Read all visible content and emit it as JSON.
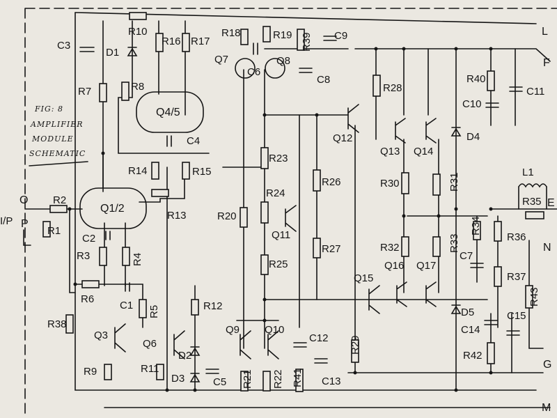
{
  "caption": [
    "FIG: 8",
    "AMPLIFIER",
    "MODULE",
    "SCHEMATIC"
  ],
  "resistors": [
    "R1",
    "R2",
    "R3",
    "R4",
    "R5",
    "R6",
    "R7",
    "R8",
    "R9",
    "R10",
    "R11",
    "R12",
    "R13",
    "R14",
    "R15",
    "R16",
    "R17",
    "R18",
    "R19",
    "R20",
    "R21",
    "R22",
    "R23",
    "R24",
    "R25",
    "R26",
    "R27",
    "R28",
    "R29",
    "R30",
    "R31",
    "R32",
    "R33",
    "R34",
    "R35",
    "R36",
    "R37",
    "R38",
    "R39",
    "R40",
    "R41",
    "R42",
    "R43"
  ],
  "capacitors": [
    "C1",
    "C2",
    "C3",
    "C4",
    "C5",
    "C6",
    "C7",
    "C8",
    "C9",
    "C10",
    "C11",
    "C12",
    "C13",
    "C14",
    "C15"
  ],
  "transistors": [
    "Q1/2",
    "Q3",
    "Q4/5",
    "Q6",
    "Q7",
    "Q8",
    "Q9",
    "Q10",
    "Q11",
    "Q12",
    "Q13",
    "Q14",
    "Q15",
    "Q16",
    "Q17"
  ],
  "diodes": [
    "D1",
    "D2",
    "D3",
    "D4",
    "D5"
  ],
  "inductors": [
    "L1"
  ],
  "terminals": [
    "L",
    "F",
    "E",
    "N",
    "G",
    "M",
    "O",
    "P",
    "I/P"
  ]
}
